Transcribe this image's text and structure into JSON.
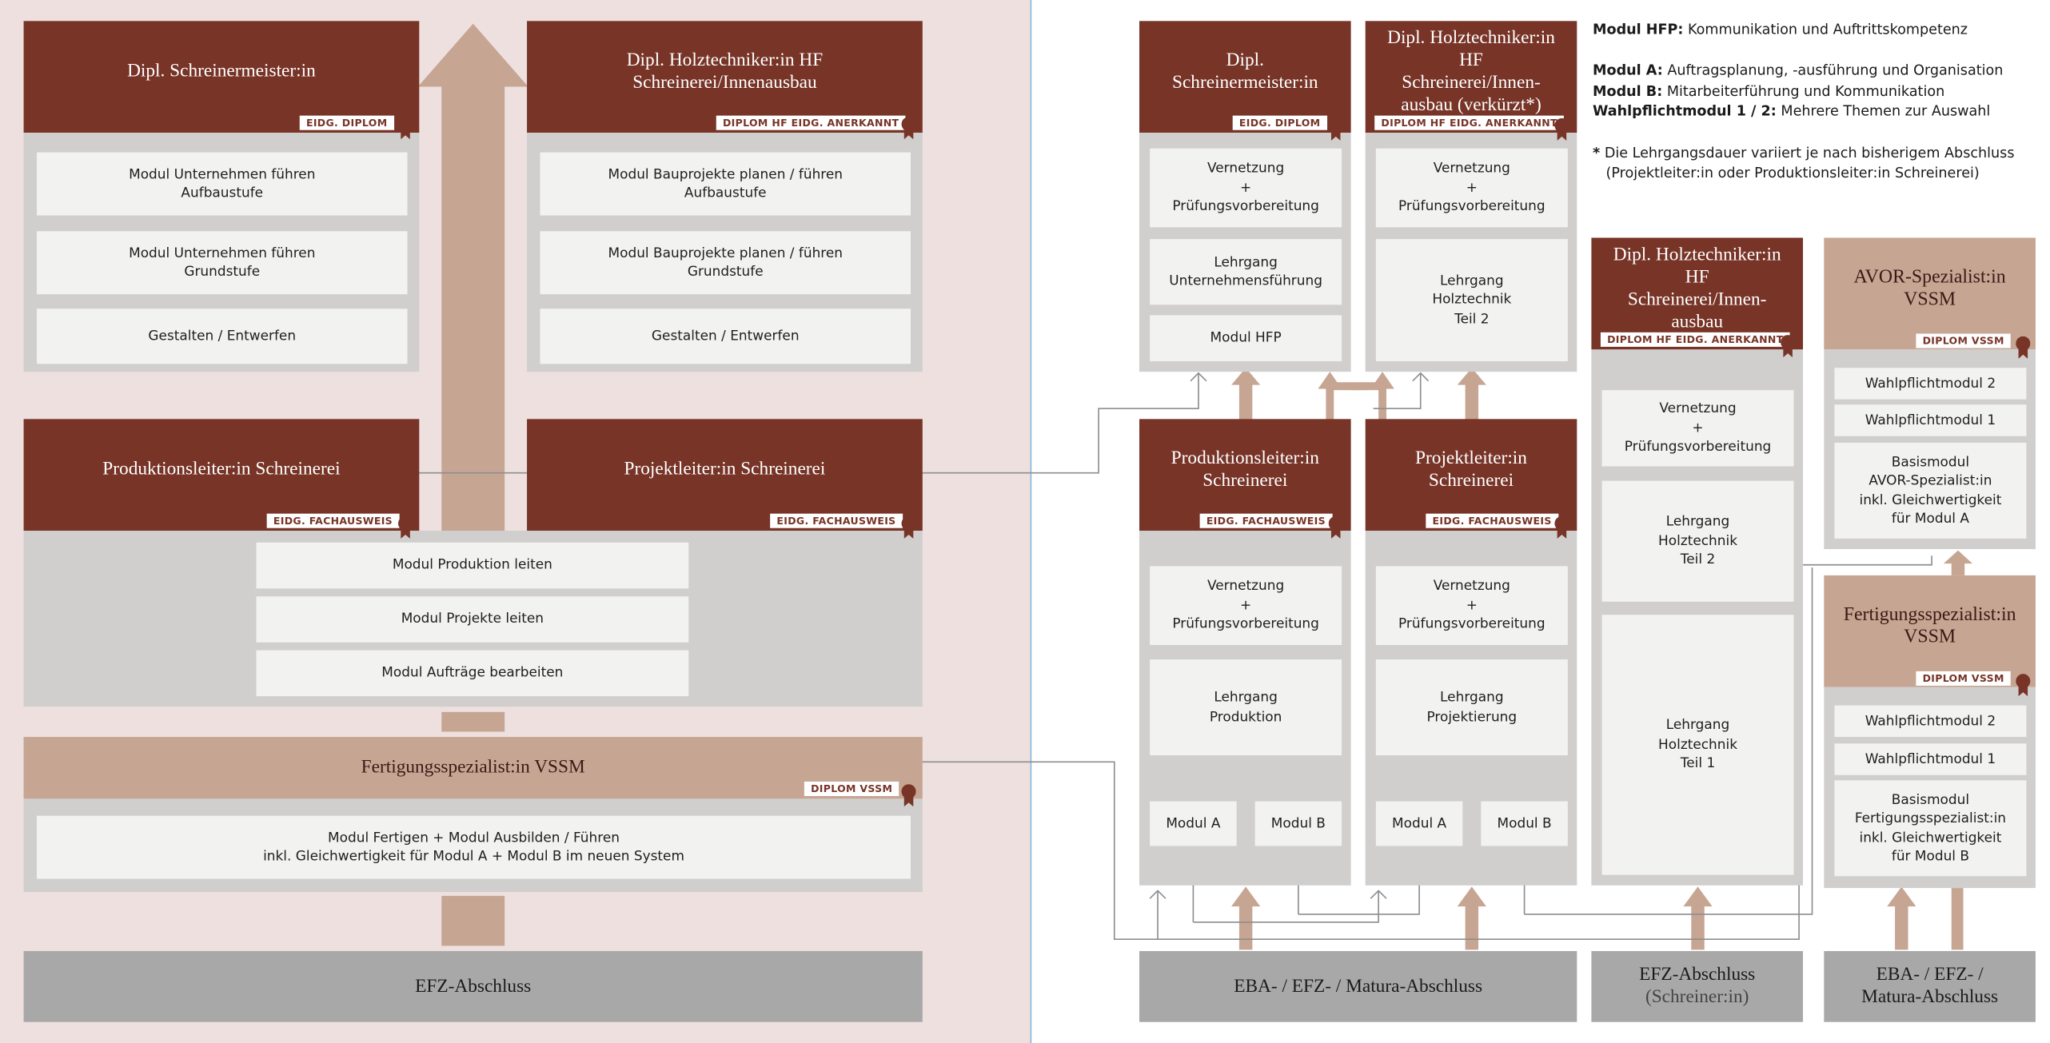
{
  "colors": {
    "left_panel_bg": "#ede0df",
    "dark_header": "#773427",
    "beige_header": "#c6a593",
    "grey_panel": "#d0cfce",
    "module_bg": "#f2f2f1",
    "base_bg": "#a9a8a8",
    "arrow": "#c6a593",
    "divider": "#8ab5dc"
  },
  "left": {
    "meister": {
      "title": "Dipl. Schreinermeister:in",
      "badge": "EIDG. DIPLOM",
      "modules": [
        "Modul Unternehmen führen\nAufbaustufe",
        "Modul Unternehmen führen\nGrundstufe",
        "Gestalten / Entwerfen"
      ]
    },
    "holztechniker": {
      "title": "Dipl. Holztechniker:in HF\nSchreinerei/Innenausbau",
      "badge": "DIPLOM HF EIDG. ANERKANNT",
      "modules": [
        "Modul Bauprojekte planen / führen\nAufbaustufe",
        "Modul Bauprojekte planen / führen\nGrundstufe",
        "Gestalten / Entwerfen"
      ]
    },
    "produktionsleiter": {
      "title": "Produktionsleiter:in Schreinerei",
      "badge": "EIDG. FACHAUSWEIS"
    },
    "projektleiter": {
      "title": "Projektleiter:in Schreinerei",
      "badge": "EIDG. FACHAUSWEIS"
    },
    "shared_modules": [
      "Modul Produktion leiten",
      "Modul Projekte leiten",
      "Modul Aufträge bearbeiten"
    ],
    "fertigung": {
      "title": "Fertigungsspezialist:in VSSM",
      "badge": "DIPLOM VSSM",
      "module": "Modul Fertigen + Modul Ausbilden / Führen\ninkl. Gleichwertigkeit für Modul A + Modul B im neuen System"
    },
    "efz": "EFZ-Abschluss"
  },
  "right": {
    "meister": {
      "title": "Dipl.\nSchreinermeister:in",
      "badge": "EIDG. DIPLOM",
      "modules": [
        "Vernetzung\n+\nPrüfungsvorbereitung",
        "Lehrgang\nUnternehmensführung",
        "Modul HFP"
      ]
    },
    "holztechniker_short": {
      "title": "Dipl. Holztechniker:in HF\nSchreinerei/Innen-\nausbau (verkürzt*)",
      "badge": "DIPLOM HF EIDG. ANERKANNT",
      "modules": [
        "Vernetzung\n+\nPrüfungsvorbereitung",
        "Lehrgang\nHolztechnik\nTeil 2"
      ]
    },
    "produktionsleiter": {
      "title": "Produktionsleiter:in\nSchreinerei",
      "badge": "EIDG. FACHAUSWEIS",
      "modules": [
        "Vernetzung\n+\nPrüfungsvorbereitung",
        "Lehrgang\nProduktion",
        "Modul A",
        "Modul B"
      ]
    },
    "projektleiter": {
      "title": "Projektleiter:in\nSchreinerei",
      "badge": "EIDG. FACHAUSWEIS",
      "modules": [
        "Vernetzung\n+\nPrüfungsvorbereitung",
        "Lehrgang\nProjektierung",
        "Modul A",
        "Modul B"
      ]
    },
    "holztechniker_full": {
      "title": "Dipl. Holztechniker:in HF\nSchreinerei/Innen-\nausbau",
      "badge": "DIPLOM HF EIDG. ANERKANNT",
      "modules": [
        "Vernetzung\n+\nPrüfungsvorbereitung",
        "Lehrgang\nHolztechnik\nTeil 2",
        "Lehrgang\nHolztechnik\nTeil 1"
      ]
    },
    "avor": {
      "title": "AVOR-Spezialist:in\nVSSM",
      "badge": "DIPLOM VSSM",
      "modules": [
        "Wahlpflichtmodul 2",
        "Wahlpflichtmodul 1",
        "Basismodul\nAVOR-Spezialist:in\ninkl. Gleichwertigkeit\nfür Modul A"
      ]
    },
    "fertigung": {
      "title": "Fertigungsspezialist:in\nVSSM",
      "badge": "DIPLOM VSSM",
      "modules": [
        "Wahlpflichtmodul 2",
        "Wahlpflichtmodul 1",
        "Basismodul\nFertigungsspezialist:in\ninkl. Gleichwertigkeit\nfür Modul B"
      ]
    },
    "base_eba": "EBA- / EFZ- / Matura-Abschluss",
    "base_efz": "EFZ-Abschluss",
    "base_efz_sub": "(Schreiner:in)",
    "base_eba2": "EBA- / EFZ- /\nMatura-Abschluss"
  },
  "legend": {
    "hfp_label": "Modul HFP:",
    "hfp_text": "Kommunikation und Auftrittskompetenz",
    "a_label": "Modul A:",
    "a_text": "Auftragsplanung, -ausführung und Organisation",
    "b_label": "Modul B:",
    "b_text": "Mitarbeiterführung und Kommunikation",
    "wpm_label": "Wahlpflichtmodul 1 / 2:",
    "wpm_text": "Mehrere Themen zur Auswahl",
    "note_star": "*",
    "note_line1": "Die Lehrgangsdauer variiert je nach bisherigem Abschluss",
    "note_line2": "(Projektleiter:in oder Produktionsleiter:in Schreinerei)"
  }
}
